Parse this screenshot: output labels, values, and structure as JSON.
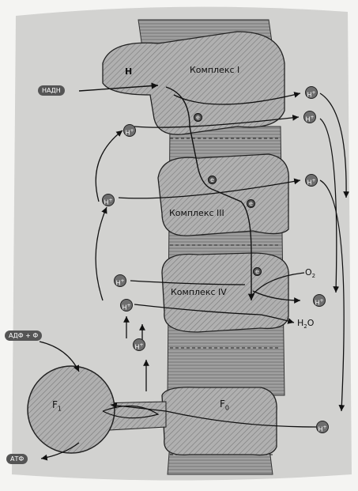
{
  "labels": {
    "complex1": "Комплекс I",
    "complex3": "Комплекс III",
    "complex4": "Комплекс IV",
    "f0": "F",
    "f0_sub": "0",
    "f1": "F",
    "f1_sub": "1",
    "h_letter": "H",
    "nadh": "НАДН",
    "adp": "АДФ + Ф",
    "atp": "АТФ",
    "o2": "O",
    "o2_sub": "2",
    "h2o_h": "H",
    "h2o_sub": "2",
    "h2o_o": "O",
    "proton": "H",
    "proton_sup": "+",
    "electron": "e"
  },
  "colors": {
    "membrane": "#9a9a9a",
    "complex": "#a9a9a9",
    "ion": "#6e6e6e",
    "pill": "#555555",
    "background": "#f4f4f2"
  }
}
